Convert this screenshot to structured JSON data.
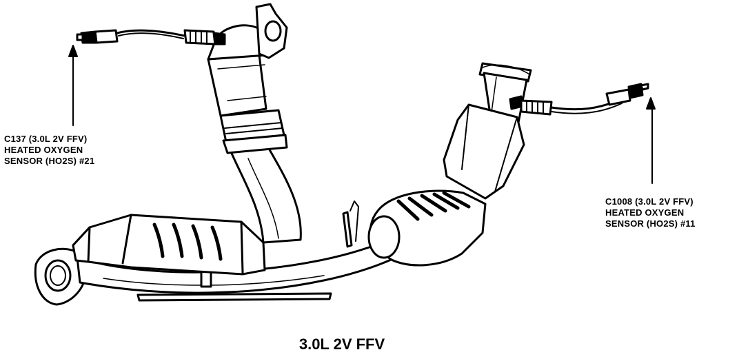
{
  "callouts": {
    "left": {
      "line1": "C137 (3.0L 2V FFV)",
      "line2": "HEATED OXYGEN",
      "line3": "SENSOR (HO2S) #21"
    },
    "right": {
      "line1": "C1008 (3.0L 2V FFV)",
      "line2": "HEATED OXYGEN",
      "line3": "SENSOR (HO2S) #11"
    }
  },
  "caption": "3.0L 2V FFV",
  "colors": {
    "ink": "#000000",
    "paper": "#ffffff"
  }
}
